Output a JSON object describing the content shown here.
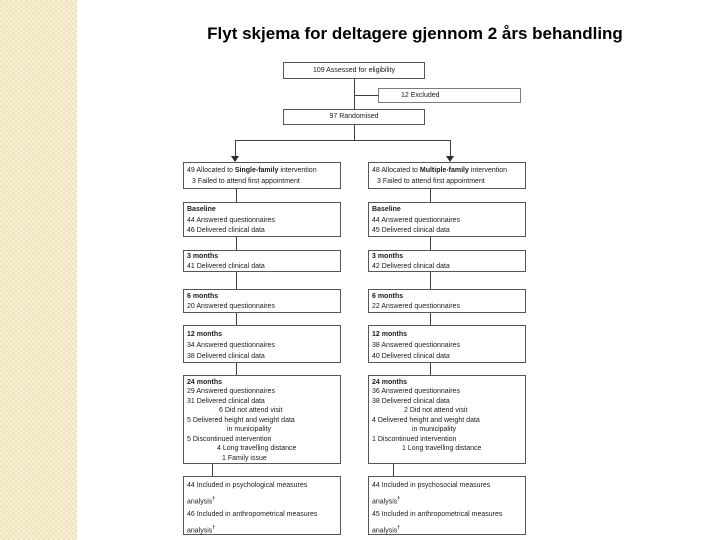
{
  "title": "Flyt skjema for deltagere gjennom 2 års behandling",
  "flow": {
    "assessed": "109 Assessed for eligibility",
    "excluded": "12 Excluded",
    "randomised": "97 Randomised",
    "sup_symbol": "†",
    "left": {
      "alloc_prefix": "49 Allocated to ",
      "alloc_emphasis": "Single-family",
      "alloc_suffix": " intervention",
      "alloc_note": "3 Failed to attend first appointment",
      "baseline_title": "Baseline",
      "baseline_q": "44 Answered questionnaires",
      "baseline_c": "46 Delivered clinical data",
      "m3_title": "3 months",
      "m3_c": "41 Delivered clinical data",
      "m6_title": "6 months",
      "m6_q": "20 Answered questionnaires",
      "m12_title": "12 months",
      "m12_q": "34 Answered questionnaires",
      "m12_c": "38 Delivered clinical data",
      "m24_title": "24 months",
      "m24_q": "29 Answered questionnaires",
      "m24_c": "31 Delivered clinical data",
      "m24_novisit": "6 Did not attend visit",
      "m24_hw": "5 Delivered height and weight data",
      "m24_hw2": "in municipality",
      "m24_disc": "5 Discontinued intervention",
      "m24_reason1": "4 Long travelling distance",
      "m24_reason2": "1 Family issue",
      "final_psych": "44 Included in psychological measures",
      "final_psych_cont": "analysis",
      "final_anthro": "46 Included in anthropometrical measures",
      "final_anthro_cont": "analysis"
    },
    "right": {
      "alloc_prefix": "48 Allocated to ",
      "alloc_emphasis": "Multiple-family",
      "alloc_suffix": " intervention",
      "alloc_note": "3 Failed to attend first appointment",
      "baseline_title": "Baseline",
      "baseline_q": "44 Answered questionnaires",
      "baseline_c": "45 Delivered clinical data",
      "m3_title": "3 months",
      "m3_c": "42 Delivered clinical data",
      "m6_title": "6 months",
      "m6_q": "22 Answered questionnaires",
      "m12_title": "12 months",
      "m12_q": "38 Answered questionnaires",
      "m12_c": "40 Delivered clinical data",
      "m24_title": "24 months",
      "m24_q": "36 Answered questionnaires",
      "m24_c": "38 Delivered clinical data",
      "m24_novisit": "2 Did not attend visit",
      "m24_hw": "4 Delivered height and weight data",
      "m24_hw2": "in municipality",
      "m24_disc": "1 Discontinued intervention",
      "m24_reason1": "1 Long travelling distance",
      "final_psych": "44 Included in psychosocial measures",
      "final_psych_cont": "analysis",
      "final_anthro": "45 Included in anthropometrical measures",
      "final_anthro_cont": "analysis"
    }
  },
  "colors": {
    "strip_base": "#efe2b8",
    "strip_light": "#f8f1da",
    "box_border": "#565656",
    "connector": "#3f3f3f",
    "title_text": "#000000"
  }
}
